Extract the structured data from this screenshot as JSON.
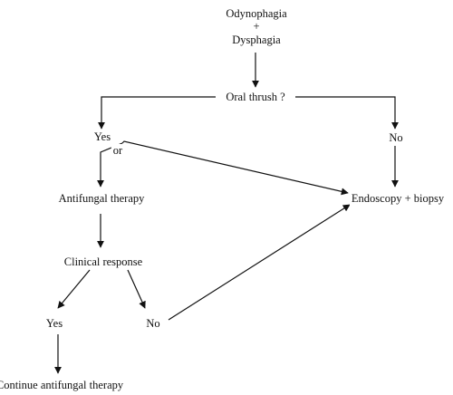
{
  "diagram": {
    "nodes": {
      "start_line1": "Odynophagia",
      "start_plus": "+",
      "start_line2": "Dysphagia",
      "oral_thrush": "Oral thrush ?",
      "yes_top": "Yes",
      "or_label": "or",
      "no_top": "No",
      "antifungal": "Antifungal therapy",
      "endoscopy": "Endoscopy + biopsy",
      "clinical_response": "Clinical response",
      "yes_bottom": "Yes",
      "no_bottom": "No",
      "continue_therapy": "Continue antifungal therapy"
    },
    "edges": [
      {
        "from": "start",
        "to": "oral_thrush"
      },
      {
        "from": "oral_thrush",
        "to": "yes_top"
      },
      {
        "from": "oral_thrush",
        "to": "no_top"
      },
      {
        "from": "yes_top",
        "to": "antifungal"
      },
      {
        "from": "yes_top",
        "to": "endoscopy",
        "label": "or"
      },
      {
        "from": "no_top",
        "to": "endoscopy"
      },
      {
        "from": "antifungal",
        "to": "clinical_response"
      },
      {
        "from": "clinical_response",
        "to": "yes_bottom"
      },
      {
        "from": "clinical_response",
        "to": "no_bottom"
      },
      {
        "from": "no_bottom",
        "to": "endoscopy"
      },
      {
        "from": "yes_bottom",
        "to": "continue_therapy"
      }
    ]
  }
}
